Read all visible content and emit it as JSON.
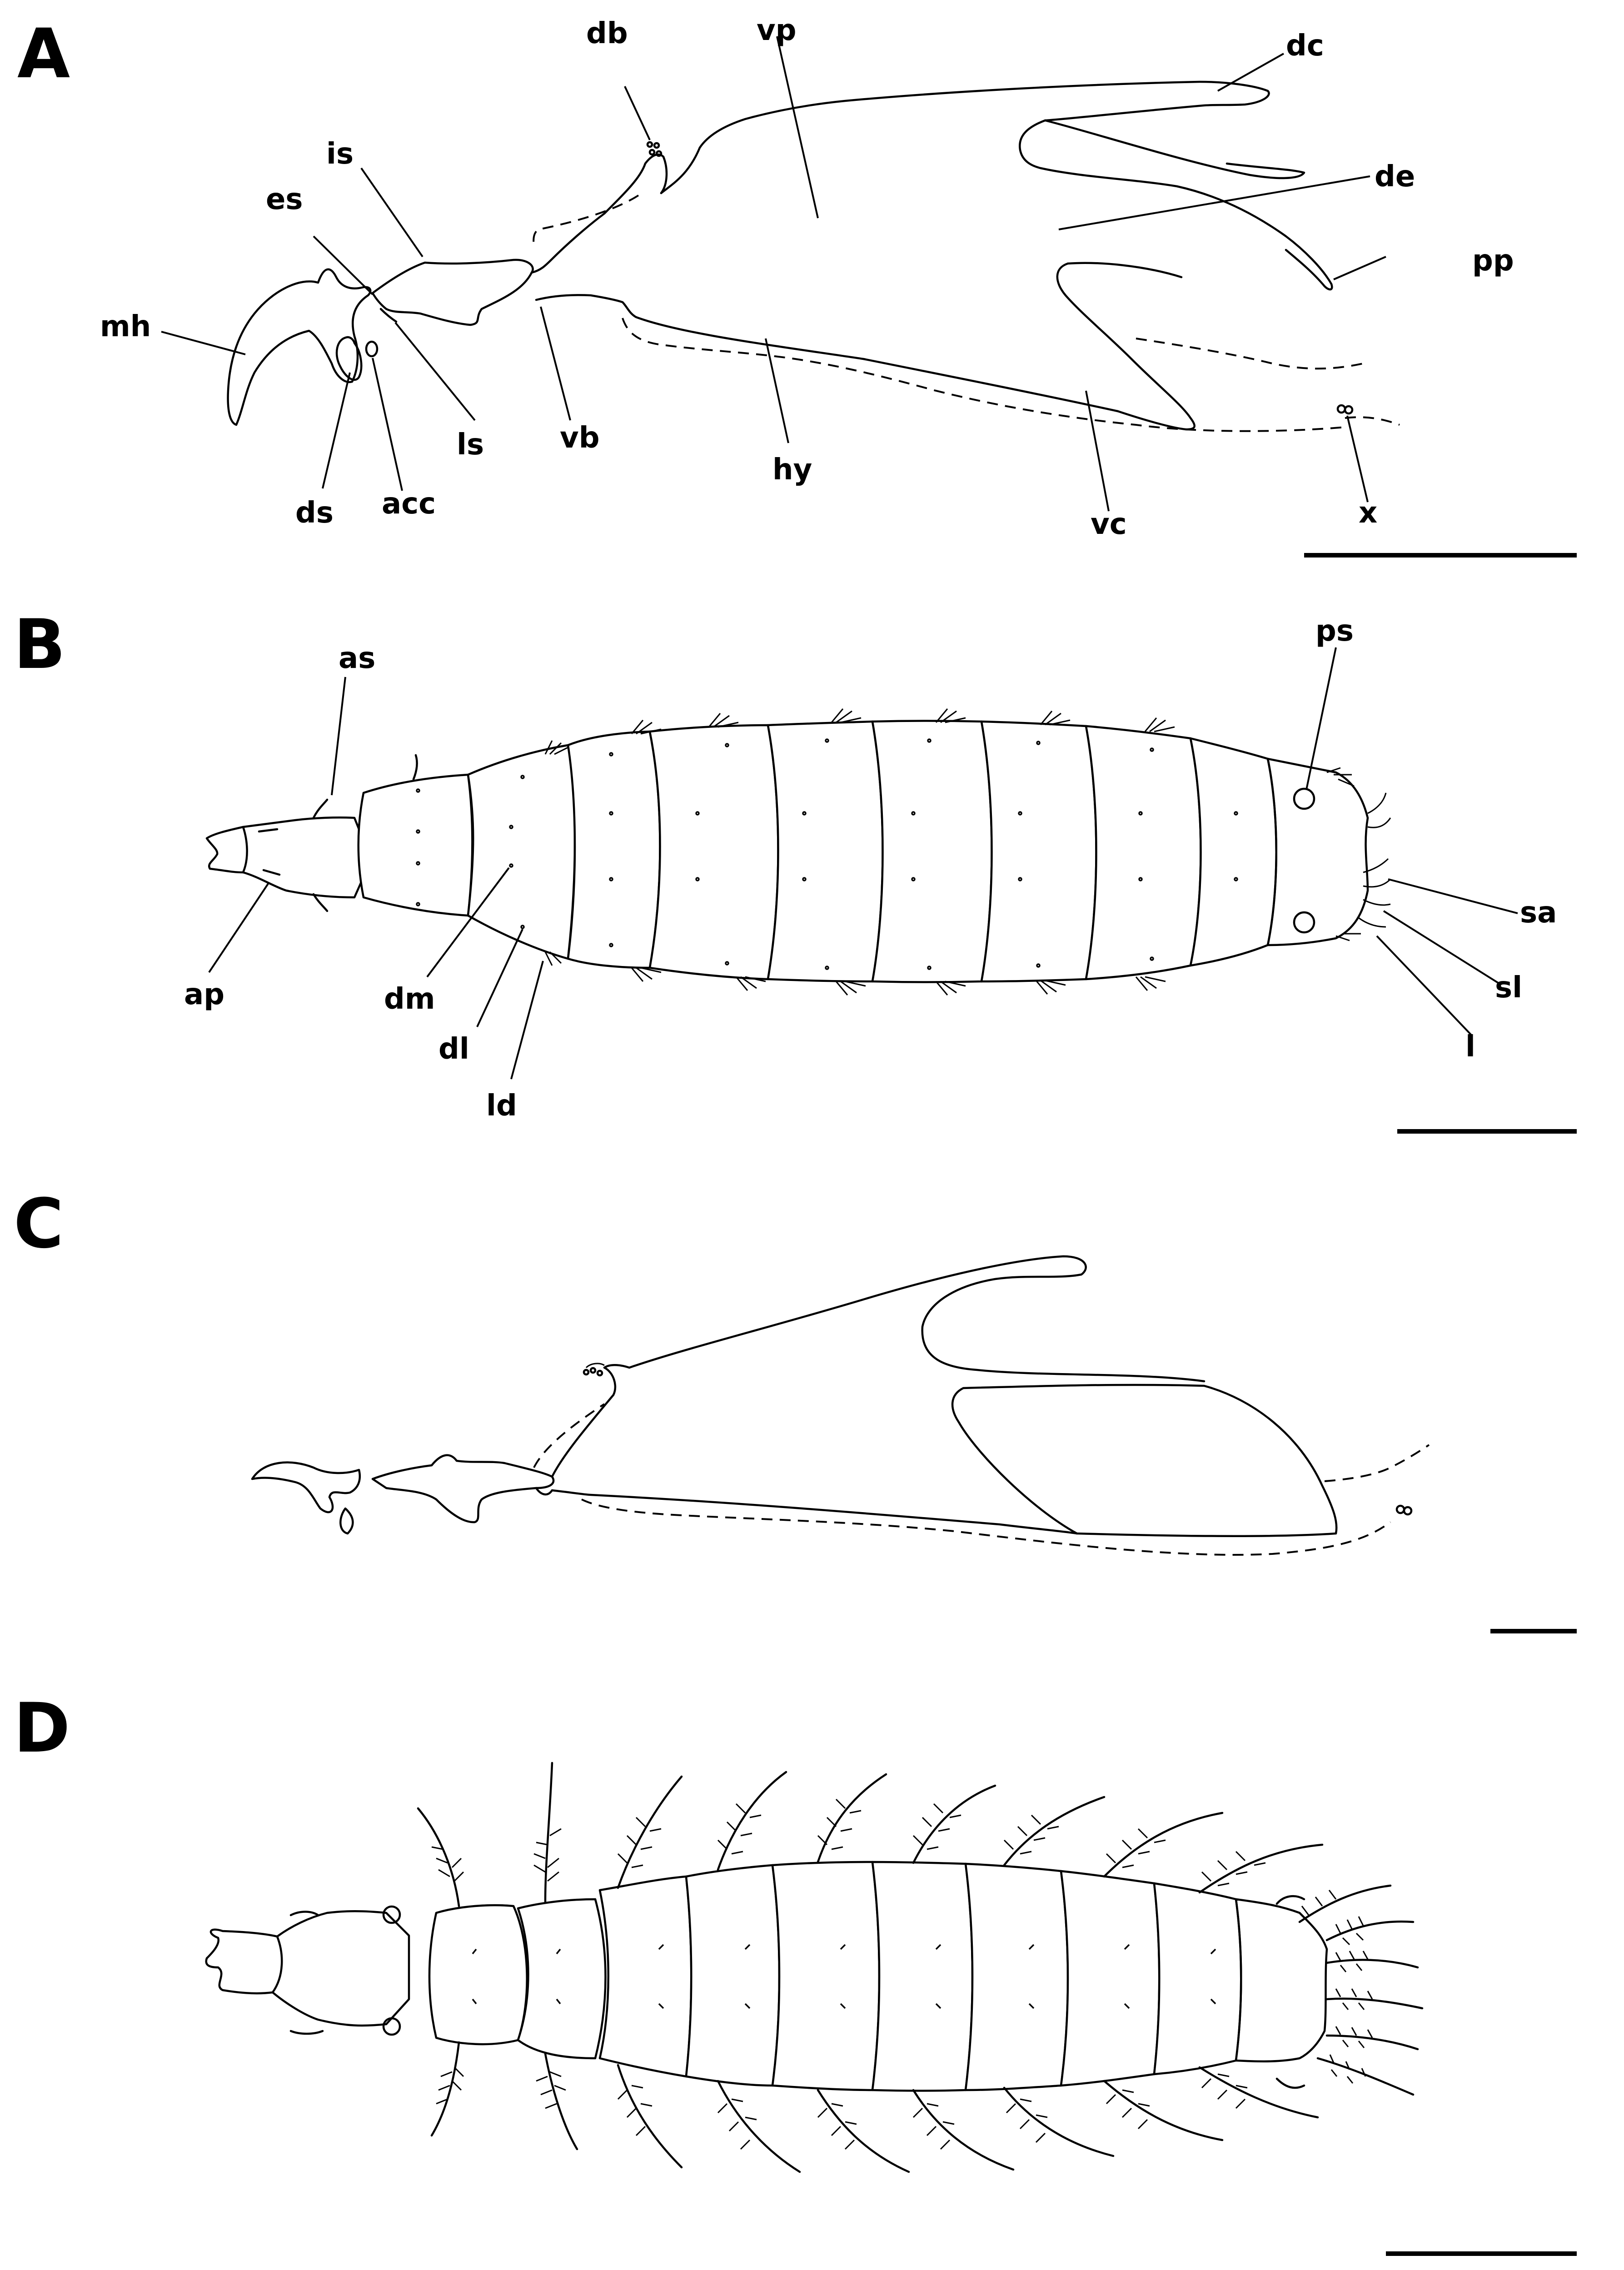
{
  "panels": {
    "a": "A",
    "b": "B",
    "c": "C",
    "d": "D"
  },
  "labels_a": {
    "db": "db",
    "vp": "vp",
    "dc": "dc",
    "is": "is",
    "es": "es",
    "de": "de",
    "pp": "pp",
    "mh": "mh",
    "ls": "ls",
    "vb": "vb",
    "hy": "hy",
    "ds": "ds",
    "acc": "acc",
    "vc": "vc",
    "x": "x"
  },
  "labels_b": {
    "as": "as",
    "ps": "ps",
    "sa": "sa",
    "sl": "sl",
    "l": "l",
    "ap": "ap",
    "dm": "dm",
    "dl": "dl",
    "ld": "ld"
  }
}
